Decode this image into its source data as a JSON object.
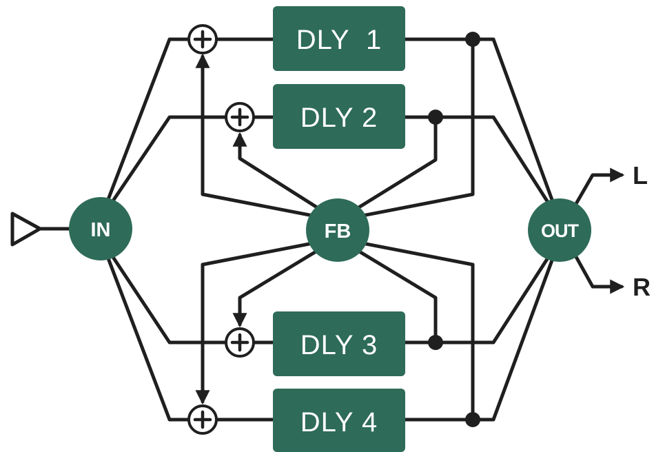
{
  "diagram": {
    "input_node": "IN",
    "feedback_node": "FB",
    "output_node": "OUT",
    "delays": [
      "DLY  1",
      "DLY 2",
      "DLY 3",
      "DLY 4"
    ],
    "outputs": [
      "L",
      "R"
    ],
    "colors": {
      "block_fill": "#2e6b58",
      "wire": "#1f1f1f",
      "text_on_block": "#ffffff",
      "background": "#ffffff"
    },
    "icons": [
      "input-triangle-icon",
      "summing-junction-icon",
      "tap-dot-icon",
      "arrowhead-icon"
    ]
  }
}
